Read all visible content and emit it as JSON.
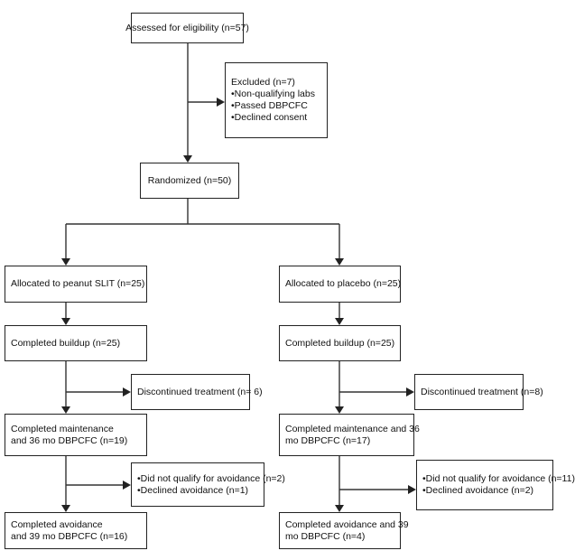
{
  "boxes": {
    "assessed": "Assessed for eligibility (n=57)",
    "excluded": {
      "title": "Excluded  (n=7)",
      "items": [
        "•Non-qualifying labs",
        "•Passed DBPCFC",
        "•Declined consent"
      ]
    },
    "randomized": "Randomized (n=50)",
    "left": {
      "allocated": "Allocated to peanut SLIT (n=25)",
      "buildup": "Completed buildup (n=25)",
      "discontinued": "Discontinued treatment (n= 6)",
      "maintenance": [
        "Completed maintenance",
        "and 36 mo DBPCFC (n=19)"
      ],
      "avoidance_excluded": [
        "•Did not qualify for avoidance (n=2)",
        "•Declined avoidance (n=1)"
      ],
      "completed": [
        "Completed avoidance",
        "and 39 mo DBPCFC (n=16)"
      ]
    },
    "right": {
      "allocated": "Allocated to placebo (n=25)",
      "buildup": "Completed buildup (n=25)",
      "discontinued": "Discontinued treatment (n=8)",
      "maintenance": [
        "Completed maintenance and 36",
        "mo DBPCFC (n=17)"
      ],
      "avoidance_excluded": [
        "•Did not qualify for avoidance (n=11)",
        "•Declined avoidance (n=2)"
      ],
      "completed": [
        "Completed avoidance and 39",
        "mo DBPCFC (n=4)"
      ]
    }
  }
}
